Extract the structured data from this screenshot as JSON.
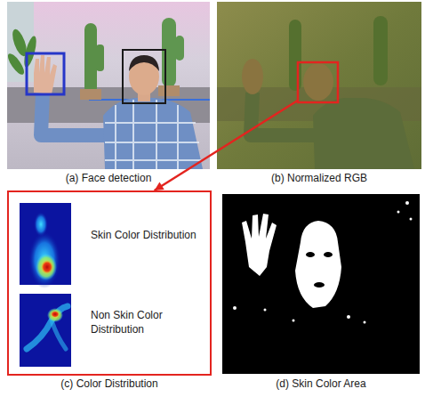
{
  "diagram": {
    "nodes": [
      {
        "text": [
          "(a) Face detection"
        ]
      },
      {
        "text": [
          "(b) Normalized RGB"
        ]
      },
      {
        "text": [
          "Skin Color Distribution",
          "Non Skin Color Distribution",
          "(c) Color Distribution"
        ]
      },
      {
        "text": [
          "(d) Skin Color Area"
        ]
      }
    ],
    "edges": [
      {
        "from": 1,
        "to": 2,
        "arrow": "to"
      }
    ]
  }
}
